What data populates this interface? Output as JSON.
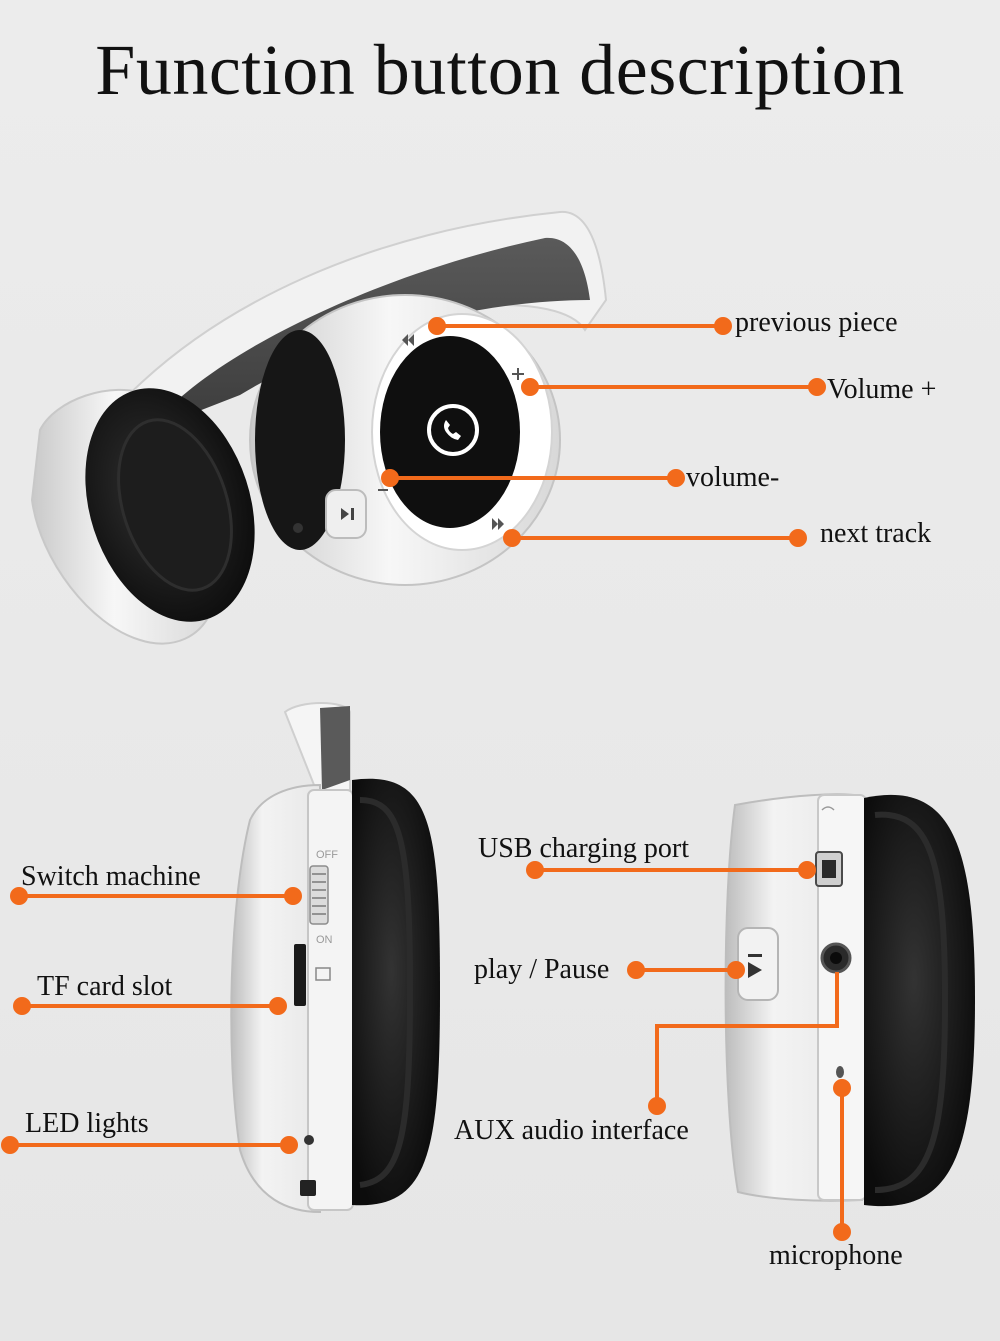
{
  "title": "Function button description",
  "labels": {
    "previous_piece": "previous piece",
    "volume_plus": "Volume +",
    "volume_minus": "volume-",
    "next_track": "next track",
    "switch_machine": "Switch machine",
    "tf_card_slot": "TF card slot",
    "led_lights": "LED lights",
    "usb_charging_port": "USB charging port",
    "play_pause": "play / Pause",
    "aux_audio_interface": "AUX audio interface",
    "microphone": "microphone"
  },
  "switch_marks": {
    "off": "OFF",
    "on": "ON"
  },
  "colors": {
    "background": "#e9eaea",
    "callout": "#f26a1b",
    "ear_pad": "#1a1a1a",
    "shell": "#f4f4f4",
    "headband": "#4a4a4a"
  },
  "icons": {
    "play_pause": "play-pause-icon",
    "phone": "phone-icon",
    "prev": "previous-icon",
    "next": "next-icon",
    "plus": "plus-icon",
    "minus": "minus-icon"
  }
}
